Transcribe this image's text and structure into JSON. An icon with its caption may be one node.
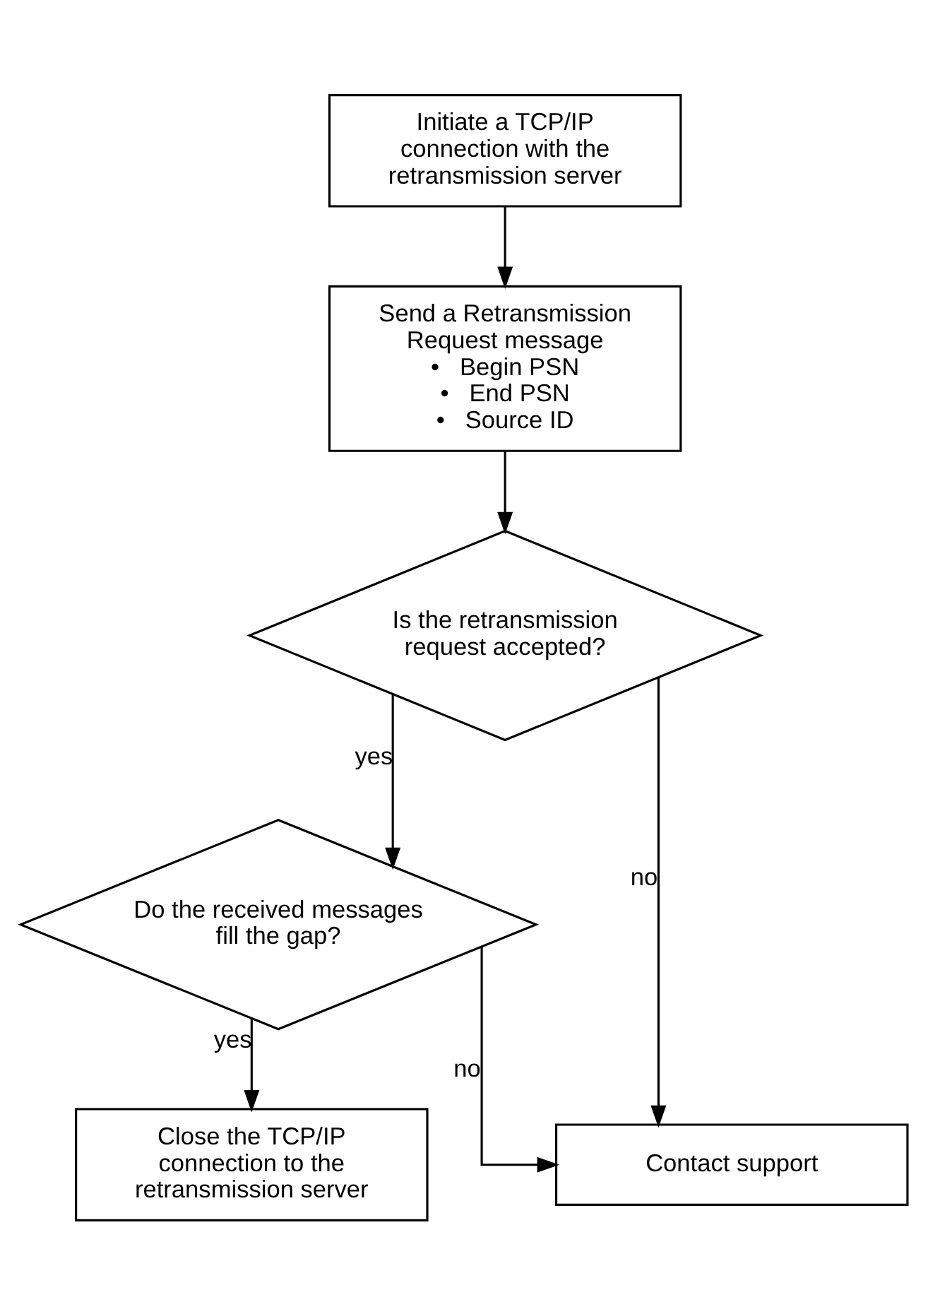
{
  "diagram": {
    "nodes": [
      {
        "text": [
          "Initiate a TCP/IP connection with the retransmission server"
        ]
      },
      {
        "text": [
          "Send a Retransmission Request message",
          "•   Begin PSN",
          "•   End PSN",
          "•   Source ID"
        ]
      },
      {
        "text": [
          "Is the retransmission request accepted?"
        ]
      },
      {
        "text": [
          "Do the received messages fill the gap?"
        ]
      },
      {
        "text": [
          "Close the TCP/IP connection to the retransmission server"
        ]
      },
      {
        "text": [
          "Contact support"
        ]
      }
    ],
    "edges": [
      {
        "from": 0,
        "to": 1,
        "arrow": "to"
      },
      {
        "from": 1,
        "to": 2,
        "arrow": "to"
      },
      {
        "from": 2,
        "to": 3,
        "arrow": "to",
        "label": "yes"
      },
      {
        "from": 2,
        "to": 5,
        "arrow": "to",
        "label": "no"
      },
      {
        "from": 3,
        "to": 4,
        "arrow": "to",
        "label": "yes"
      },
      {
        "from": 3,
        "to": 5,
        "arrow": "to",
        "label": "no"
      }
    ]
  }
}
